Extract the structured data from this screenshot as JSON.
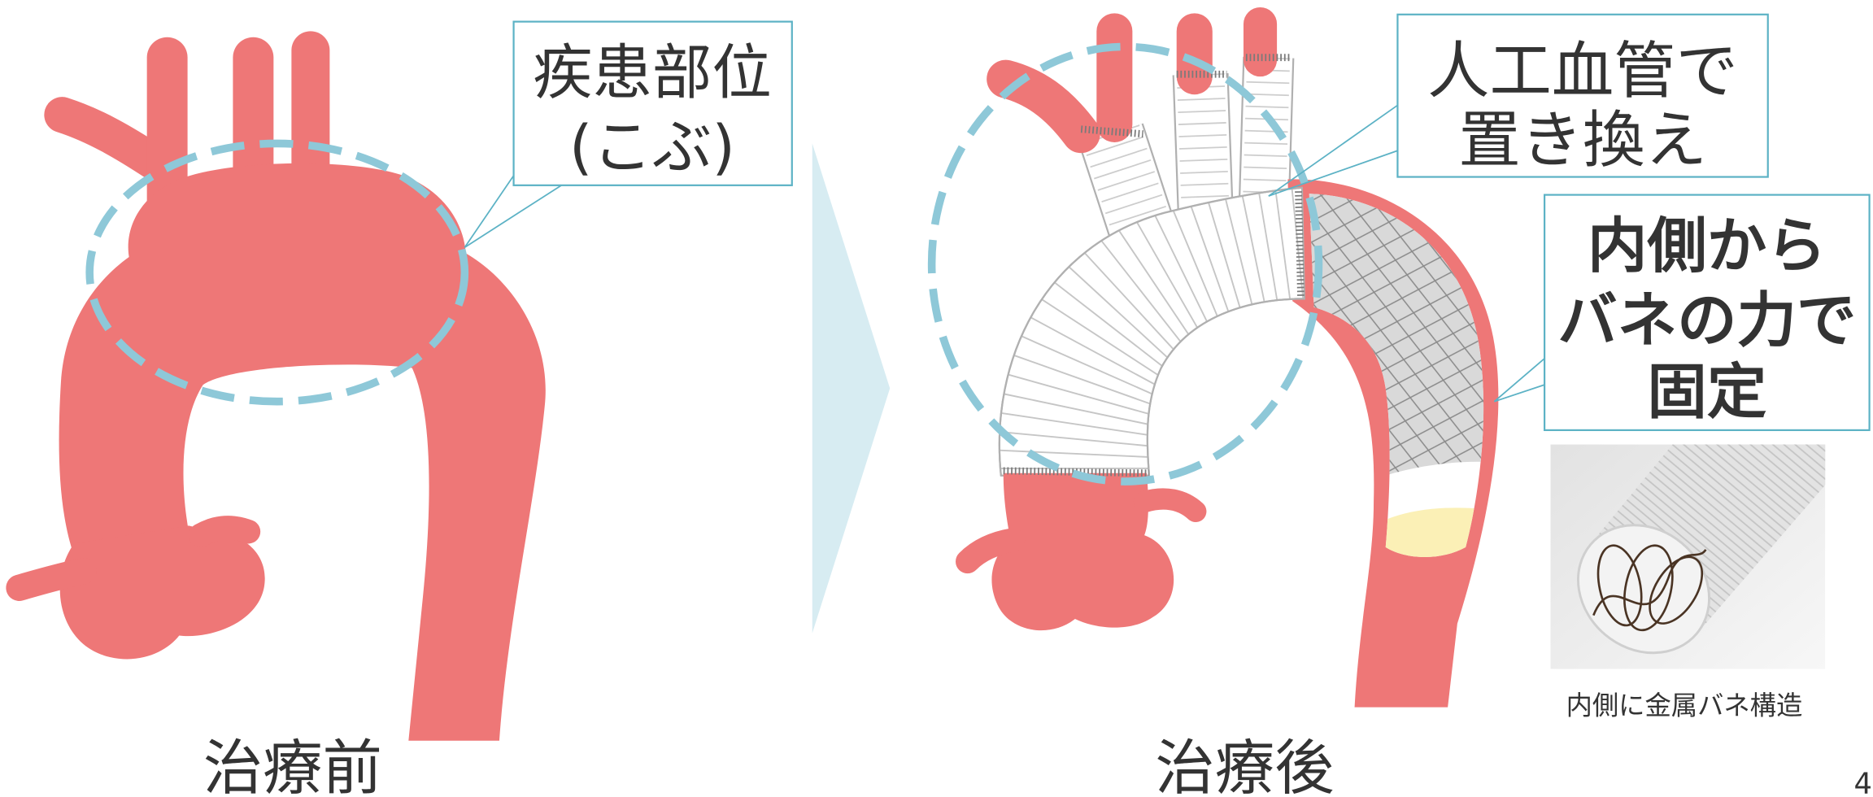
{
  "colors": {
    "aorta": "#ee7777",
    "dashed_highlight": "#8ec8d8",
    "callout_border": "#5cb2c5",
    "transition_arrow": "#d7ecf2",
    "graft_line": "#b0b0b0",
    "lumen_yellow": "#fbf0b6",
    "text": "#333333"
  },
  "icons": {
    "transition_arrow": "chevron-right"
  },
  "before": {
    "label": "治療前",
    "callout": {
      "lines": [
        "疾患部位",
        "(こぶ)"
      ]
    }
  },
  "after": {
    "label": "治療後",
    "graft_callout": {
      "lines": [
        "人工血管で",
        "置き換え"
      ]
    },
    "stent_callout": {
      "lines": [
        "内側から",
        "バネの力で",
        "固定"
      ]
    },
    "photo_caption": "内側に金属バネ構造"
  },
  "page_number": "4"
}
